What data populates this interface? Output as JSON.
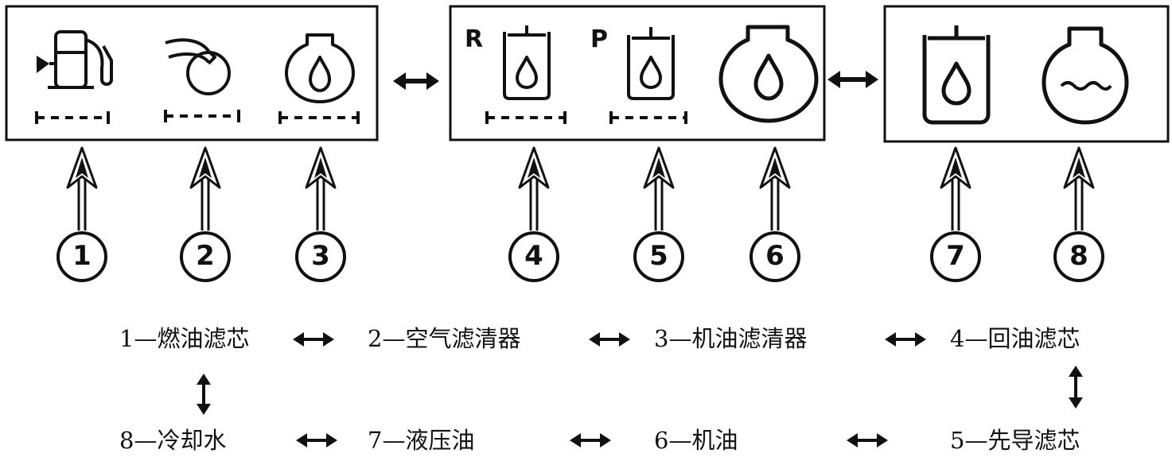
{
  "panels": [
    {
      "icons": [
        {
          "name": "fuel-filter-icon",
          "has_gauge": true
        },
        {
          "name": "air-cleaner-icon",
          "has_gauge": true
        },
        {
          "name": "oil-filter-icon",
          "has_gauge": true
        }
      ]
    },
    {
      "icons": [
        {
          "name": "return-oil-filter-icon",
          "letter": "R",
          "has_gauge": true
        },
        {
          "name": "pilot-filter-icon",
          "letter": "P",
          "has_gauge": true
        },
        {
          "name": "engine-oil-icon",
          "has_gauge": false
        }
      ]
    },
    {
      "icons": [
        {
          "name": "hydraulic-oil-icon",
          "has_gauge": false
        },
        {
          "name": "coolant-icon",
          "has_gauge": false
        }
      ]
    }
  ],
  "callouts": [
    "1",
    "2",
    "3",
    "4",
    "5",
    "6",
    "7",
    "8"
  ],
  "legend": {
    "row1": [
      "1—燃油滤芯",
      "2—空气滤清器",
      "3—机油滤清器",
      "4—回油滤芯"
    ],
    "row2": [
      "8—冷却水",
      "7—液压油",
      "6—机油",
      "5—先导滤芯"
    ]
  },
  "colors": {
    "ink": "#111111",
    "background": "#ffffff"
  }
}
